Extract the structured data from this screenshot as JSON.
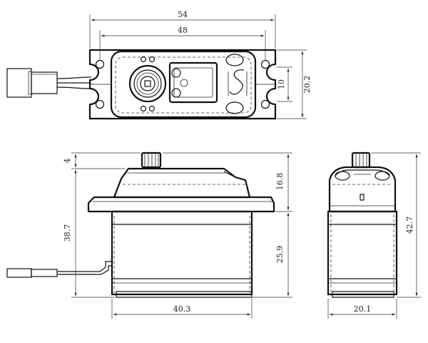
{
  "dimensions": {
    "top_overall_width": "54",
    "top_hole_spacing": "48",
    "top_overall_height": "20.2",
    "top_hole_slot": "10",
    "front_gear_height": "4",
    "front_total_height": "38.7",
    "front_upper_height": "16.8",
    "front_lower_height": "25.9",
    "front_body_width": "40.3",
    "side_total_height": "42.7",
    "side_body_width": "20.1"
  },
  "colors": {
    "line": "#111111",
    "background": "#ffffff"
  }
}
